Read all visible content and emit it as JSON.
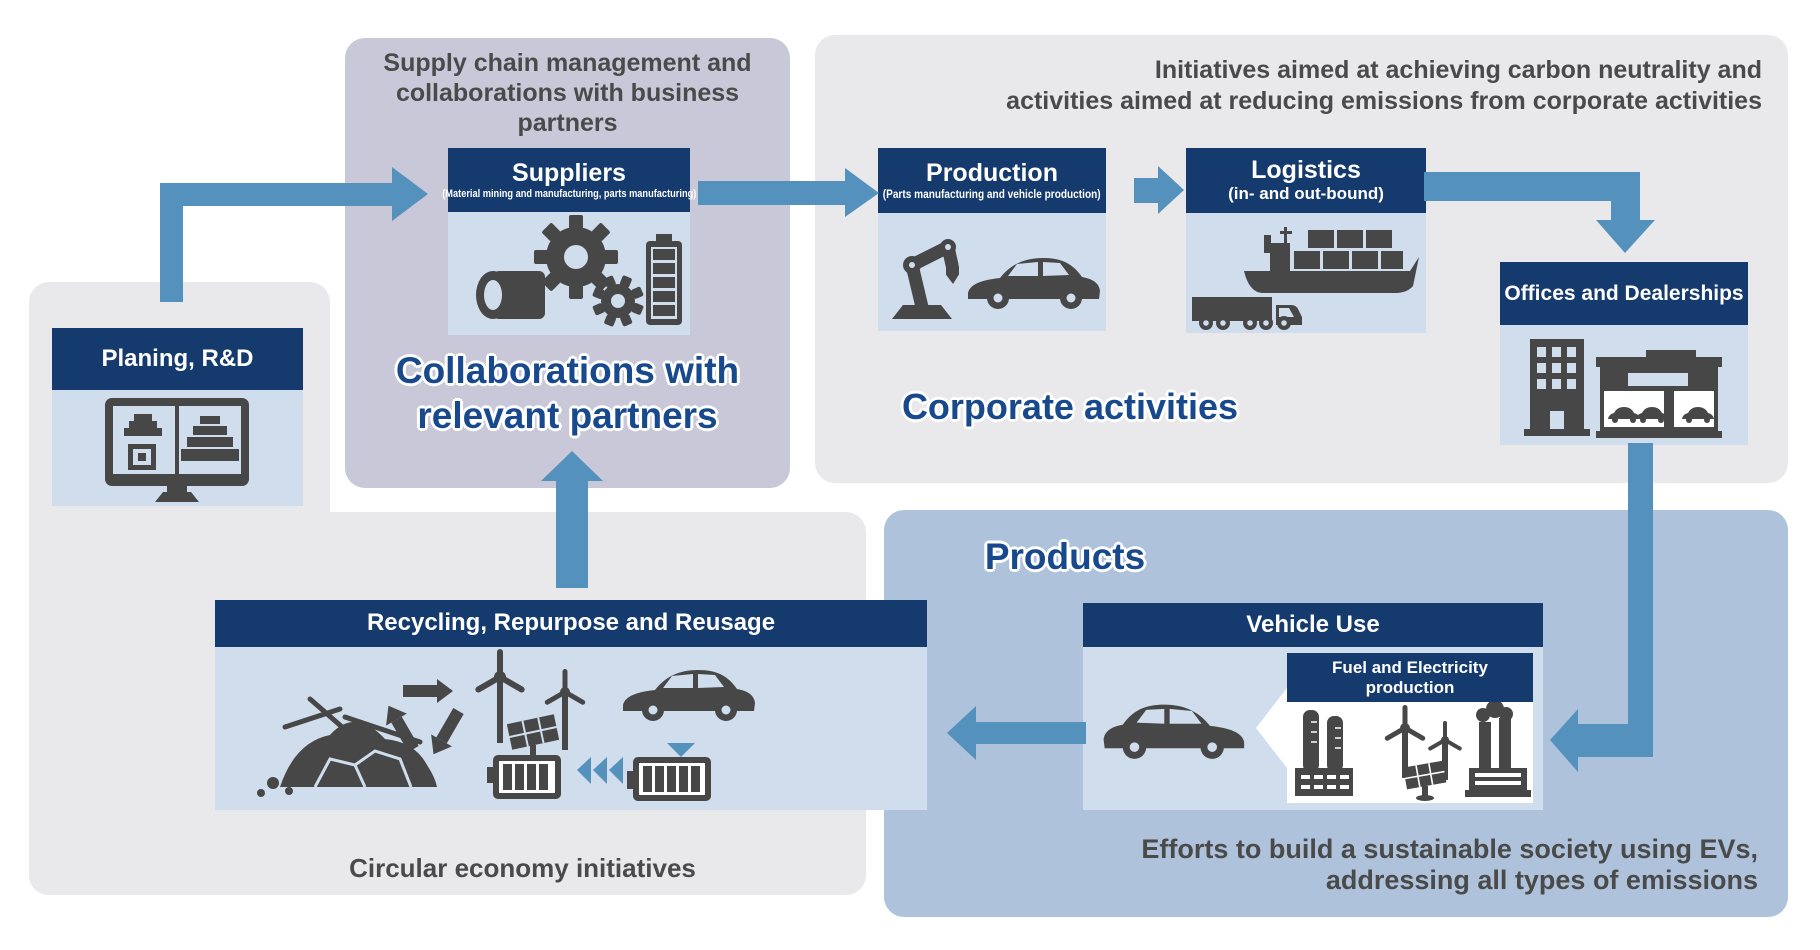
{
  "colors": {
    "navy": "#143a6e",
    "panel_body": "#cfddec",
    "purple": "#c9c8d8",
    "gray_box": "#e9e9ec",
    "products_blue": "#aec3db",
    "arrow_blue": "#5591bd",
    "icon_dark": "#474747",
    "text_gray": "#4a4a4a",
    "caption_navy": "#17498c"
  },
  "supply_chain_box": {
    "title": [
      "Supply chain management and",
      "collaborations with business partners"
    ],
    "caption": [
      "Collaborations with",
      "relevant partners"
    ]
  },
  "corporate_box": {
    "title": [
      "Initiatives aimed at achieving carbon neutrality and",
      "activities aimed at reducing emissions from corporate activities"
    ],
    "caption": "Corporate activities"
  },
  "products_box": {
    "title": "Products",
    "note": [
      "Efforts to build a sustainable society using EVs,",
      "addressing all types of emissions"
    ]
  },
  "circular_economy": {
    "caption": "Circular economy initiatives"
  },
  "panels": {
    "planning": {
      "title": "Planing, R&D"
    },
    "suppliers": {
      "title": "Suppliers",
      "subtitle": "(Material mining and manufacturing, parts manufacturing)"
    },
    "production": {
      "title": "Production",
      "subtitle": "(Parts manufacturing and vehicle production)"
    },
    "logistics": {
      "title": "Logistics",
      "subtitle": "(in- and out-bound)"
    },
    "offices": {
      "title": "Offices and Dealerships"
    },
    "recycling": {
      "title": "Recycling, Repurpose and Reusage"
    },
    "vehicle_use": {
      "title": "Vehicle Use"
    },
    "fuel": {
      "title": "Fuel and Electricity production"
    }
  }
}
